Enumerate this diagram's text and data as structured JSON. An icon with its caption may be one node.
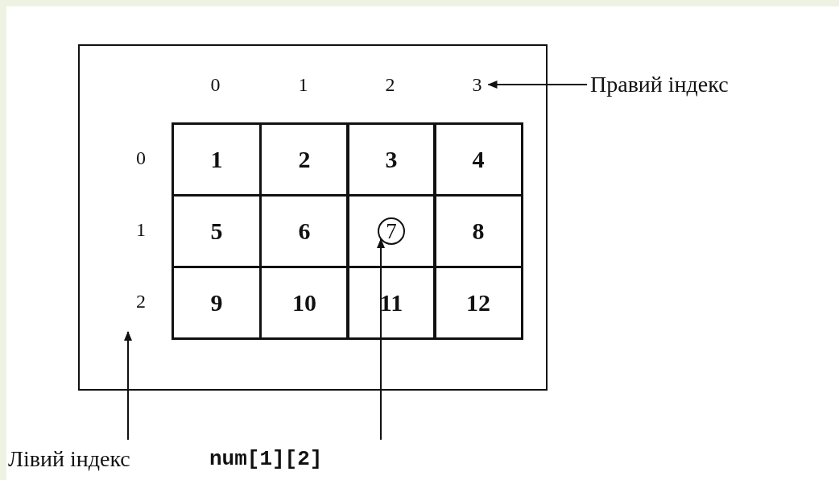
{
  "diagram": {
    "nodes": [
      {
        "text": [],
        "shape": "box"
      },
      {
        "text": [
          "0"
        ],
        "in": 0
      },
      {
        "text": [
          "1"
        ],
        "in": 0
      },
      {
        "text": [
          "2"
        ],
        "in": 0
      },
      {
        "text": [
          "3"
        ],
        "in": 0
      },
      {
        "text": [
          "Правий індекс"
        ]
      },
      {
        "text": [
          "0"
        ],
        "in": 0
      },
      {
        "text": [
          "1"
        ],
        "in": 0
      },
      {
        "text": [
          "2"
        ],
        "in": 0
      },
      {
        "text": [
          "3"
        ],
        "in": 0
      },
      {
        "text": [
          "4"
        ],
        "in": 0
      },
      {
        "text": [
          "1"
        ],
        "in": 0
      },
      {
        "text": [
          "5"
        ],
        "in": 0
      },
      {
        "text": [
          "6"
        ],
        "in": 0
      },
      {
        "text": [
          "7"
        ],
        "in": 0
      },
      {
        "text": [
          "8"
        ],
        "in": 0
      },
      {
        "text": [
          "2"
        ],
        "in": 0
      },
      {
        "text": [
          "9"
        ],
        "in": 0
      },
      {
        "text": [
          "10"
        ],
        "in": 0
      },
      {
        "text": [
          "11"
        ],
        "in": 0
      },
      {
        "text": [
          "12"
        ],
        "in": 0
      },
      {
        "text": [
          "Лівий індекс"
        ]
      },
      {
        "text": [
          "num[1][2]"
        ]
      }
    ],
    "edges": [
      {
        "from": 5,
        "to": 4,
        "arrow": "to"
      },
      {
        "from": 21,
        "to": 16,
        "arrow": "to"
      },
      {
        "from": 22,
        "to": 14,
        "arrow": "to"
      }
    ]
  }
}
